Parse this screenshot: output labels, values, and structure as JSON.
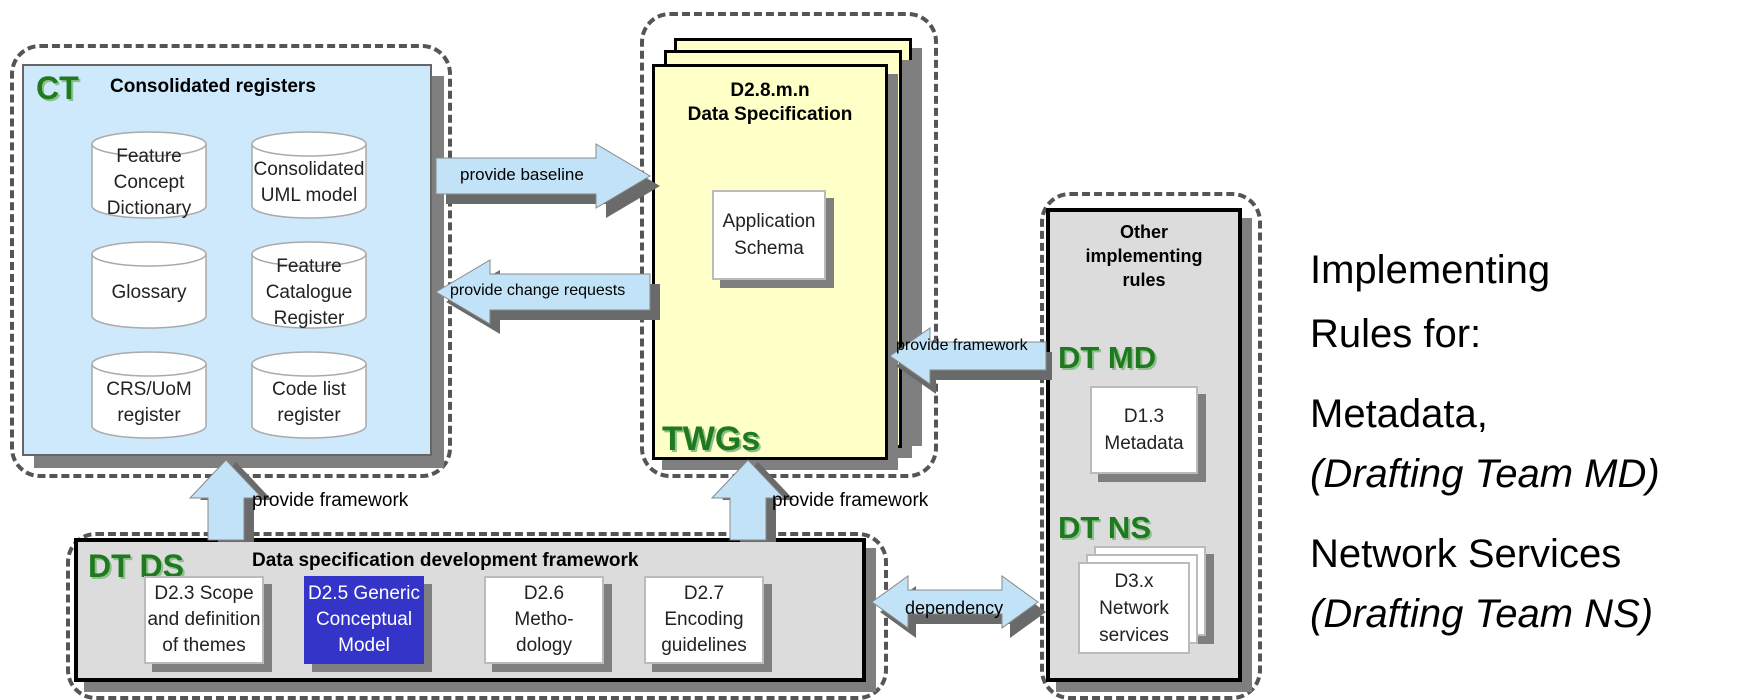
{
  "ct": {
    "tag": "CT",
    "title": "Consolidated registers",
    "registers": [
      {
        "lines": [
          "Feature",
          "Concept",
          "Dictionary"
        ]
      },
      {
        "lines": [
          "Consolidated",
          "UML model"
        ]
      },
      {
        "lines": [
          "Glossary"
        ]
      },
      {
        "lines": [
          "Feature",
          "Catalogue",
          "Register"
        ]
      },
      {
        "lines": [
          "CRS/UoM",
          "register"
        ]
      },
      {
        "lines": [
          "Code list",
          "register"
        ]
      }
    ]
  },
  "spec": {
    "title_line1": "D2.8.m.n",
    "title_line2": "Data Specification",
    "schema_line1": "Application",
    "schema_line2": "Schema",
    "tag": "TWGs"
  },
  "other": {
    "title_line1": "Other",
    "title_line2": "implementing",
    "title_line3": "rules",
    "md_tag": "DT MD",
    "md_doc_line1": "D1.3",
    "md_doc_line2": "Metadata",
    "ns_tag": "DT NS",
    "ns_doc_line1": "D3.x",
    "ns_doc_line2": "Network",
    "ns_doc_line3": "services"
  },
  "ds": {
    "tag": "DT DS",
    "title": "Data specification development framework",
    "docs": [
      {
        "lines": [
          "D2.3 Scope",
          "and definition",
          "of themes"
        ]
      },
      {
        "lines": [
          "D2.5 Generic",
          "Conceptual",
          "Model"
        ]
      },
      {
        "lines": [
          "D2.6",
          "Metho-",
          "dology"
        ]
      },
      {
        "lines": [
          "D2.7",
          "Encoding",
          "guidelines"
        ]
      }
    ]
  },
  "arrows": {
    "provide_baseline": "provide baseline",
    "provide_change_requests": "provide change requests",
    "provide_framework_md": "provide framework",
    "provide_framework_ct": "provide framework",
    "provide_framework_twg": "provide framework",
    "dependency": "dependency"
  },
  "side": {
    "line1": "Implementing",
    "line2": "Rules for:",
    "line3": "Metadata,",
    "line4": "(Drafting Team MD)",
    "line5": "Network Services",
    "line6": "(Drafting Team NS)"
  },
  "colors": {
    "ct_fill": "#cde9fb",
    "spec_fill": "#ffffc8",
    "gray_fill": "#dcdcdc",
    "highlight_doc": "#3434c8",
    "arrow_fill": "#c2e3f7",
    "tag_green": "#1f7a1f"
  }
}
